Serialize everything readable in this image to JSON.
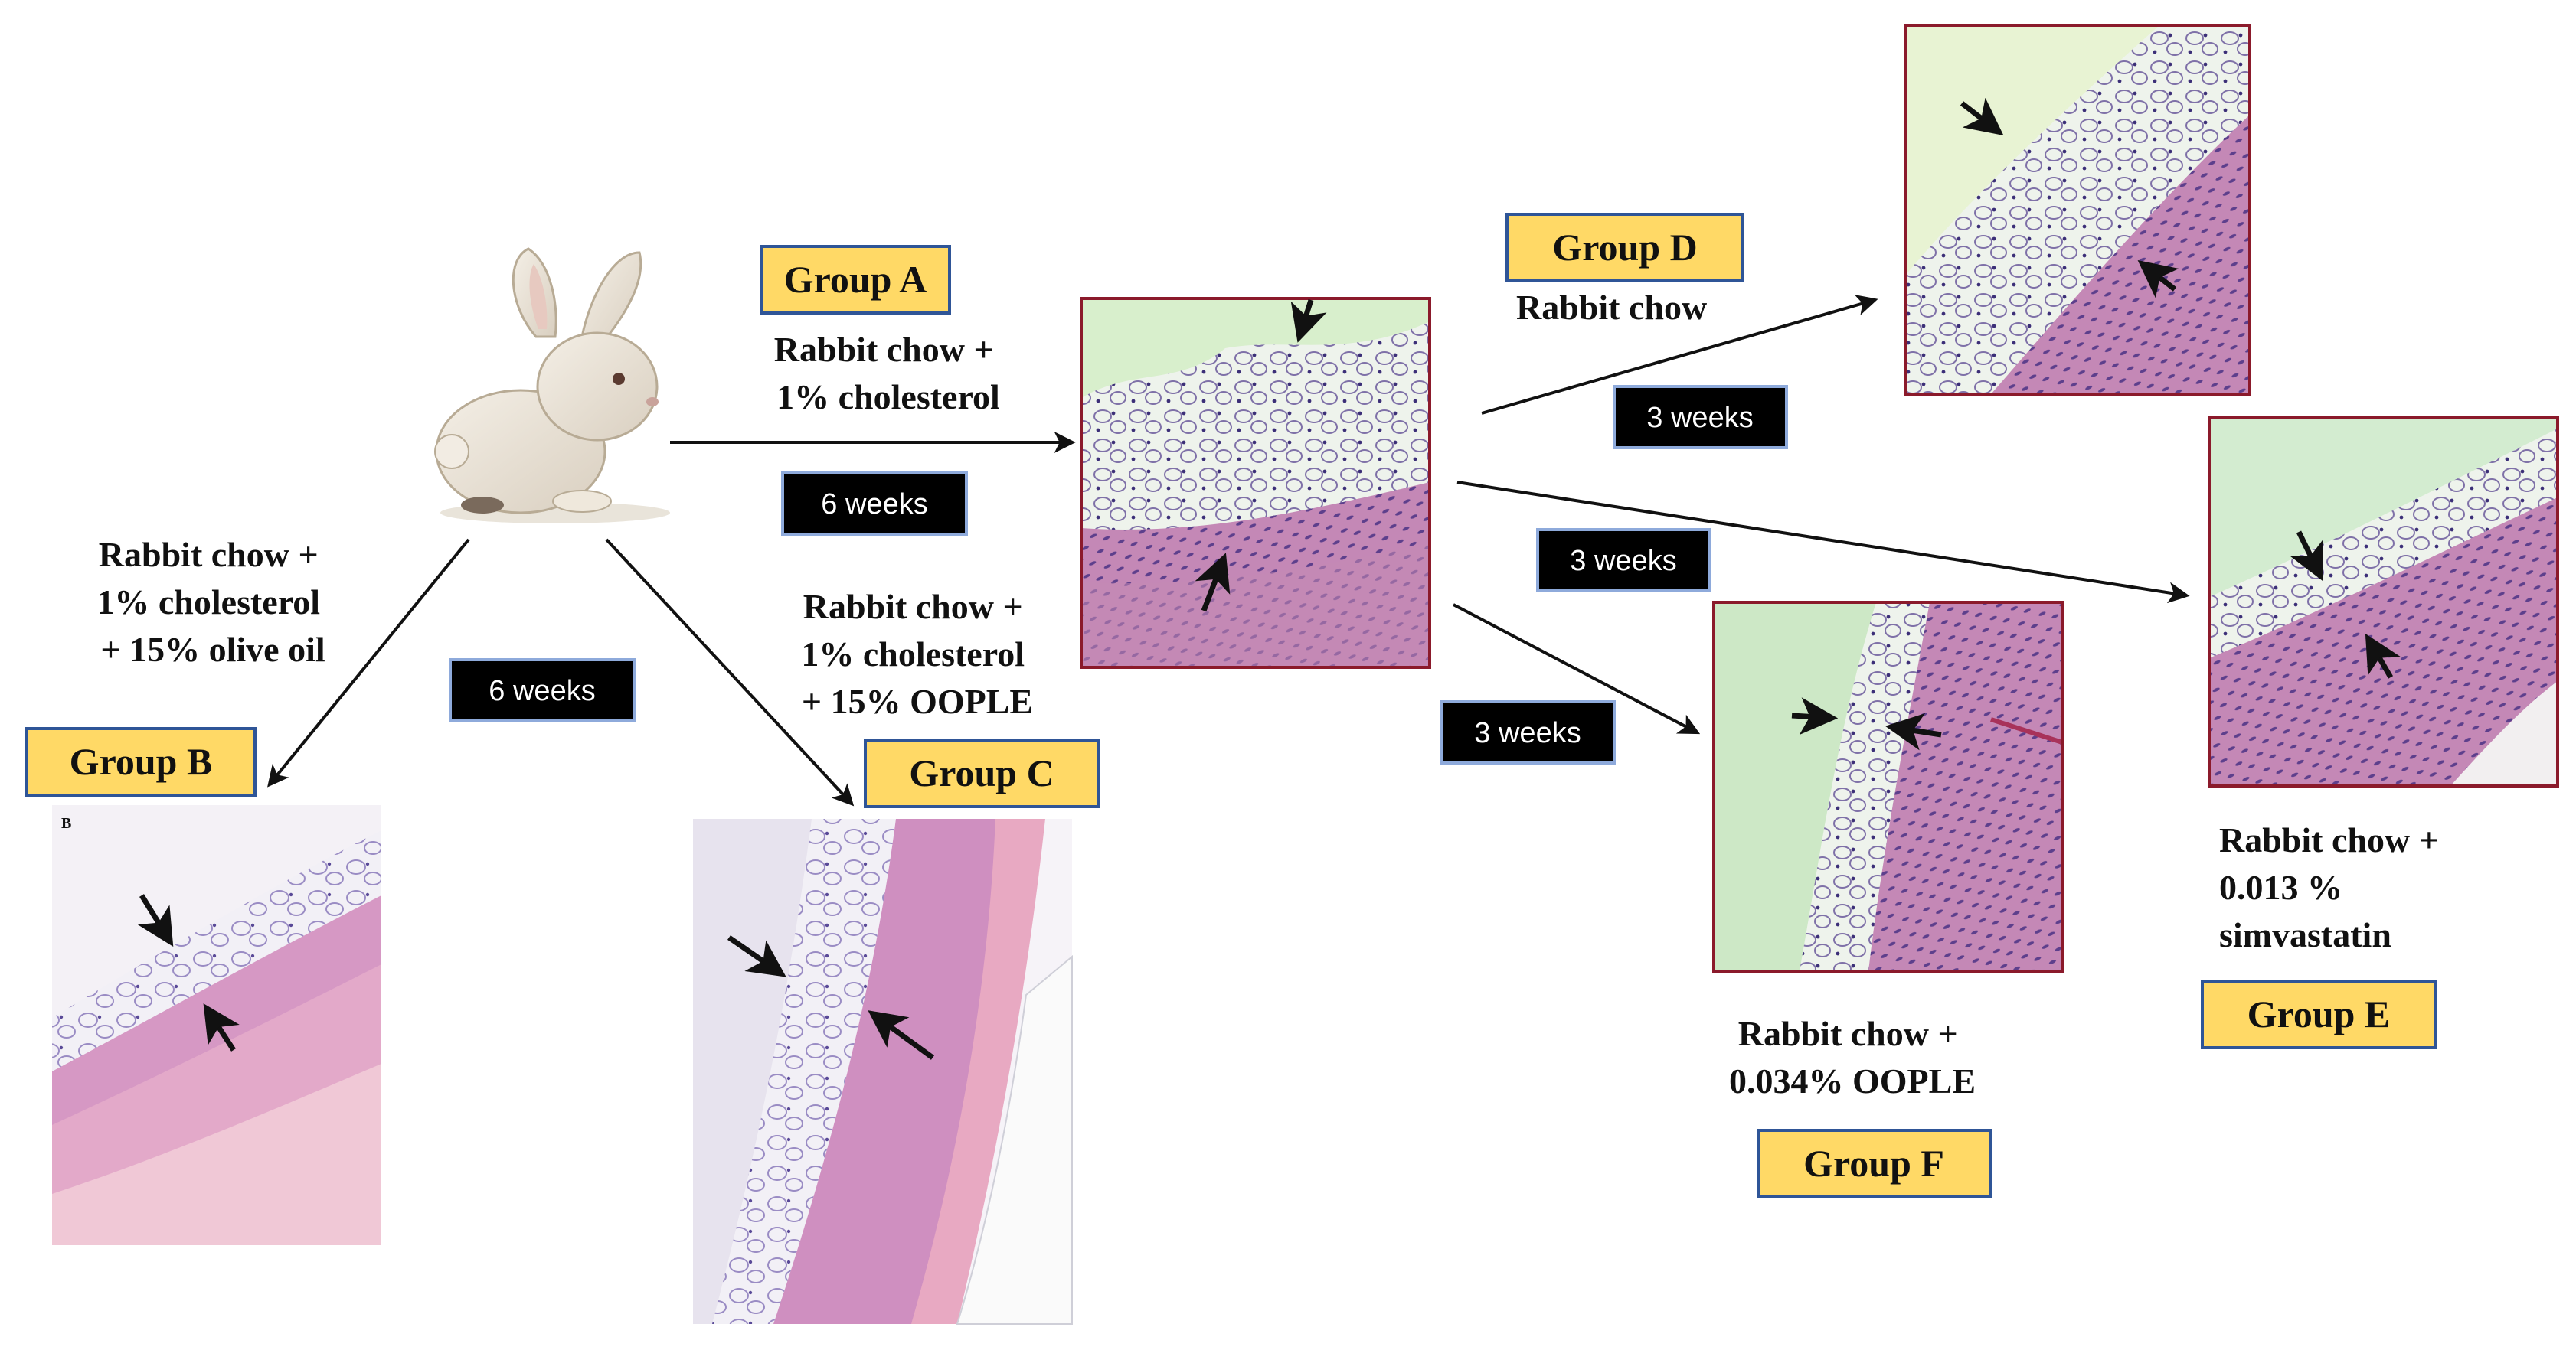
{
  "colors": {
    "group_box_fill": "#ffd966",
    "group_box_border": "#2f5597",
    "duration_box_fill": "#000000",
    "duration_box_border": "#8eaadb",
    "micro_frame": "#8b1a2b",
    "he_pink": "#d58fb0",
    "he_purple": "#8a6bb0",
    "lipid_green": "#d8efcc"
  },
  "groups": {
    "a": "Group A",
    "b": "Group B",
    "c": "Group C",
    "d": "Group D",
    "e": "Group E",
    "f": "Group F"
  },
  "diets": {
    "a": [
      "Rabbit chow +",
      "1% cholesterol"
    ],
    "b": [
      "Rabbit chow +",
      "1% cholesterol",
      "+ 15% olive oil"
    ],
    "c": [
      "Rabbit chow +",
      "1% cholesterol",
      "+ 15% OOPLE"
    ],
    "d": [
      "Rabbit chow"
    ],
    "e": [
      "Rabbit chow +",
      "0.013 %",
      "simvastatin"
    ],
    "f": [
      "Rabbit chow +",
      "0.034% OOPLE"
    ]
  },
  "durations": {
    "a": "6 weeks",
    "bc": "6 weeks",
    "d": "3 weeks",
    "e": "3 weeks",
    "f": "3 weeks"
  },
  "panel_b_letter": "B",
  "icons": {
    "rabbit": "rabbit-illustration",
    "arrows": "black-arrow-icon"
  }
}
